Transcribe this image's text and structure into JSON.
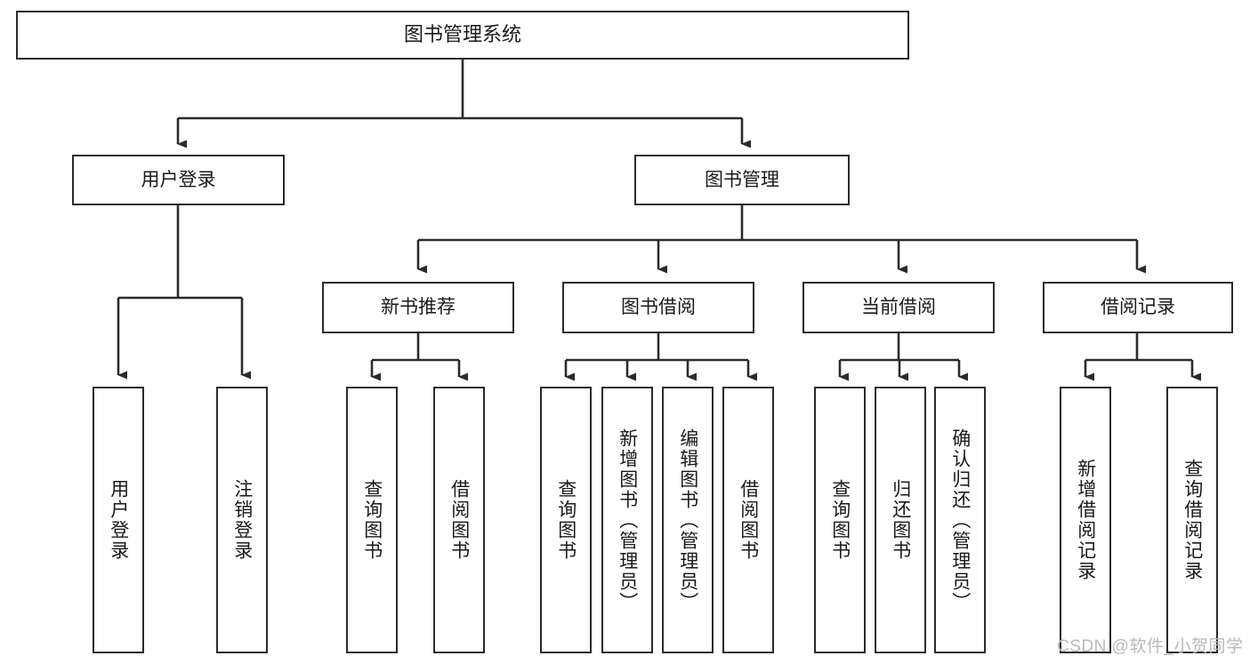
{
  "diagram": {
    "type": "hierarchy-tree",
    "title": "图书管理系统",
    "watermark": "CSDN @软件_小贺同学",
    "colors": {
      "box_border": "#2b2b2b",
      "box_fill": "#ffffff",
      "edge": "#2b2b2b",
      "text": "#1a1a1a",
      "watermark": "#b9b9b9"
    },
    "nodes": {
      "root": "图书管理系统",
      "level2": {
        "user_login": "用户登录",
        "book_manage": "图书管理"
      },
      "level3": {
        "new_book_recommend": "新书推荐",
        "book_borrow": "图书借阅",
        "current_borrow": "当前借阅",
        "borrow_record": "借阅记录"
      },
      "leaves": {
        "user_login_1": "用户登录",
        "user_login_2": "注销登录",
        "new_book_1": "查询图书",
        "new_book_2": "借阅图书",
        "book_borrow_1": "查询图书",
        "book_borrow_2": "新增图书（管理员）",
        "book_borrow_3": "编辑图书（管理员）",
        "book_borrow_4": "借阅图书",
        "current_borrow_1": "查询图书",
        "current_borrow_2": "归还图书",
        "current_borrow_3": "确认归还（管理员）",
        "borrow_record_1": "新增借阅记录",
        "borrow_record_2": "查询借阅记录"
      }
    },
    "edges": [
      {
        "from": "root",
        "to": "user_login"
      },
      {
        "from": "root",
        "to": "book_manage"
      },
      {
        "from": "user_login",
        "to": "user_login_1"
      },
      {
        "from": "user_login",
        "to": "user_login_2"
      },
      {
        "from": "book_manage",
        "to": "new_book_recommend"
      },
      {
        "from": "book_manage",
        "to": "book_borrow"
      },
      {
        "from": "book_manage",
        "to": "current_borrow"
      },
      {
        "from": "book_manage",
        "to": "borrow_record"
      },
      {
        "from": "new_book_recommend",
        "to": "new_book_1"
      },
      {
        "from": "new_book_recommend",
        "to": "new_book_2"
      },
      {
        "from": "book_borrow",
        "to": "book_borrow_1"
      },
      {
        "from": "book_borrow",
        "to": "book_borrow_2"
      },
      {
        "from": "book_borrow",
        "to": "book_borrow_3"
      },
      {
        "from": "book_borrow",
        "to": "book_borrow_4"
      },
      {
        "from": "current_borrow",
        "to": "current_borrow_1"
      },
      {
        "from": "current_borrow",
        "to": "current_borrow_2"
      },
      {
        "from": "current_borrow",
        "to": "current_borrow_3"
      },
      {
        "from": "borrow_record",
        "to": "borrow_record_1"
      },
      {
        "from": "borrow_record",
        "to": "borrow_record_2"
      }
    ]
  }
}
